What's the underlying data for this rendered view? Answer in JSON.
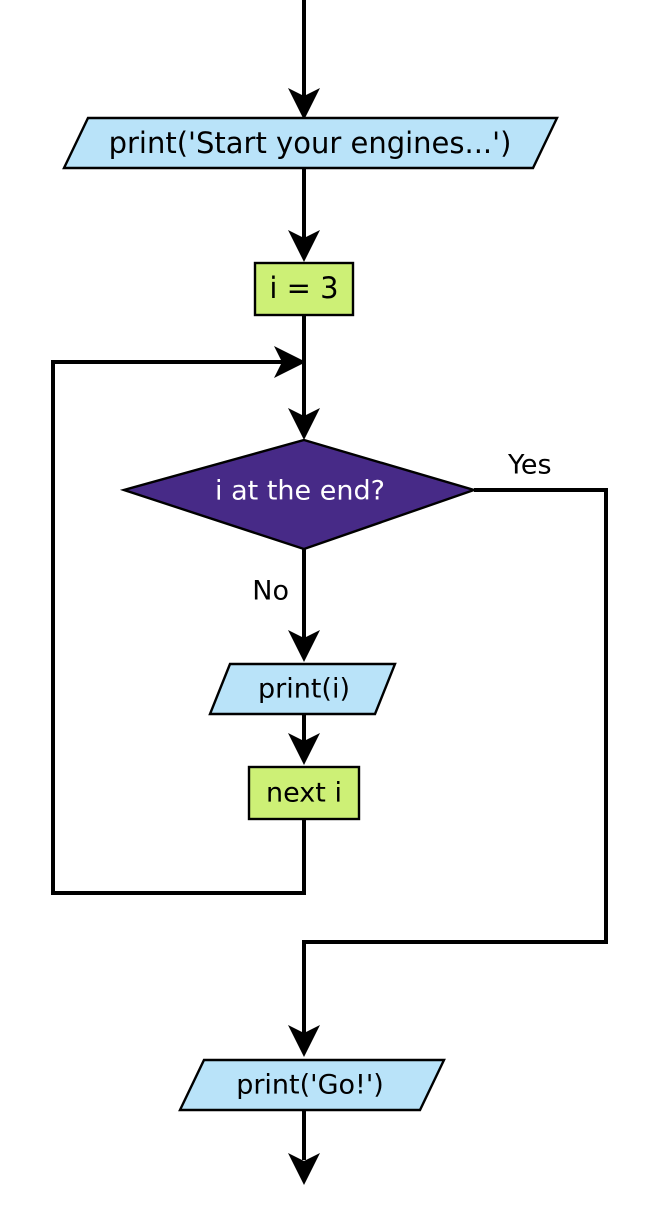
{
  "diagram": {
    "type": "flowchart",
    "title": "",
    "background_color": "#ffffff",
    "colors": {
      "io_fill": "#b9e3f9",
      "process_fill": "#cdf076",
      "decision_fill": "#472a87",
      "decision_text": "#ffffff",
      "stroke": "#000000",
      "text": "#000000"
    },
    "nodes": [
      {
        "id": "print_start",
        "shape": "parallelogram",
        "role": "input-output",
        "label": "print('Start your engines...')"
      },
      {
        "id": "init_i",
        "shape": "rectangle",
        "role": "process",
        "label": "i = 3"
      },
      {
        "id": "loop_test",
        "shape": "diamond",
        "role": "decision",
        "label": "i at the end?"
      },
      {
        "id": "print_i",
        "shape": "parallelogram",
        "role": "input-output",
        "label": "print(i)"
      },
      {
        "id": "next_i",
        "shape": "rectangle",
        "role": "process",
        "label": "next i"
      },
      {
        "id": "print_go",
        "shape": "parallelogram",
        "role": "input-output",
        "label": "print('Go!')"
      }
    ],
    "edges": [
      {
        "id": "entry",
        "from": "",
        "to": "print_start",
        "label": ""
      },
      {
        "id": "start-to-init",
        "from": "print_start",
        "to": "init_i",
        "label": ""
      },
      {
        "id": "init-to-test",
        "from": "init_i",
        "to": "loop_test",
        "label": ""
      },
      {
        "id": "test-yes",
        "from": "loop_test",
        "to": "print_go",
        "label": "Yes"
      },
      {
        "id": "test-no",
        "from": "loop_test",
        "to": "print_i",
        "label": "No"
      },
      {
        "id": "printi-to-nexti",
        "from": "print_i",
        "to": "next_i",
        "label": ""
      },
      {
        "id": "loop-back",
        "from": "next_i",
        "to": "loop_test",
        "label": ""
      },
      {
        "id": "exit",
        "from": "print_go",
        "to": "",
        "label": ""
      }
    ]
  }
}
